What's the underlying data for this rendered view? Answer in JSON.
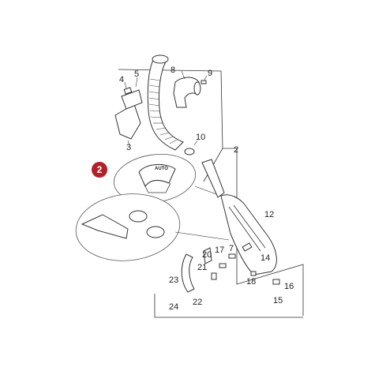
{
  "figure": {
    "callouts": [
      "2",
      "3",
      "4",
      "5",
      "8",
      "9",
      "10",
      "12",
      "7",
      "14",
      "16",
      "15",
      "17",
      "18",
      "20",
      "21",
      "22",
      "23",
      "24"
    ],
    "step_badge": "2",
    "handle_label": "AUTO",
    "badge_color": "#b3202a"
  }
}
